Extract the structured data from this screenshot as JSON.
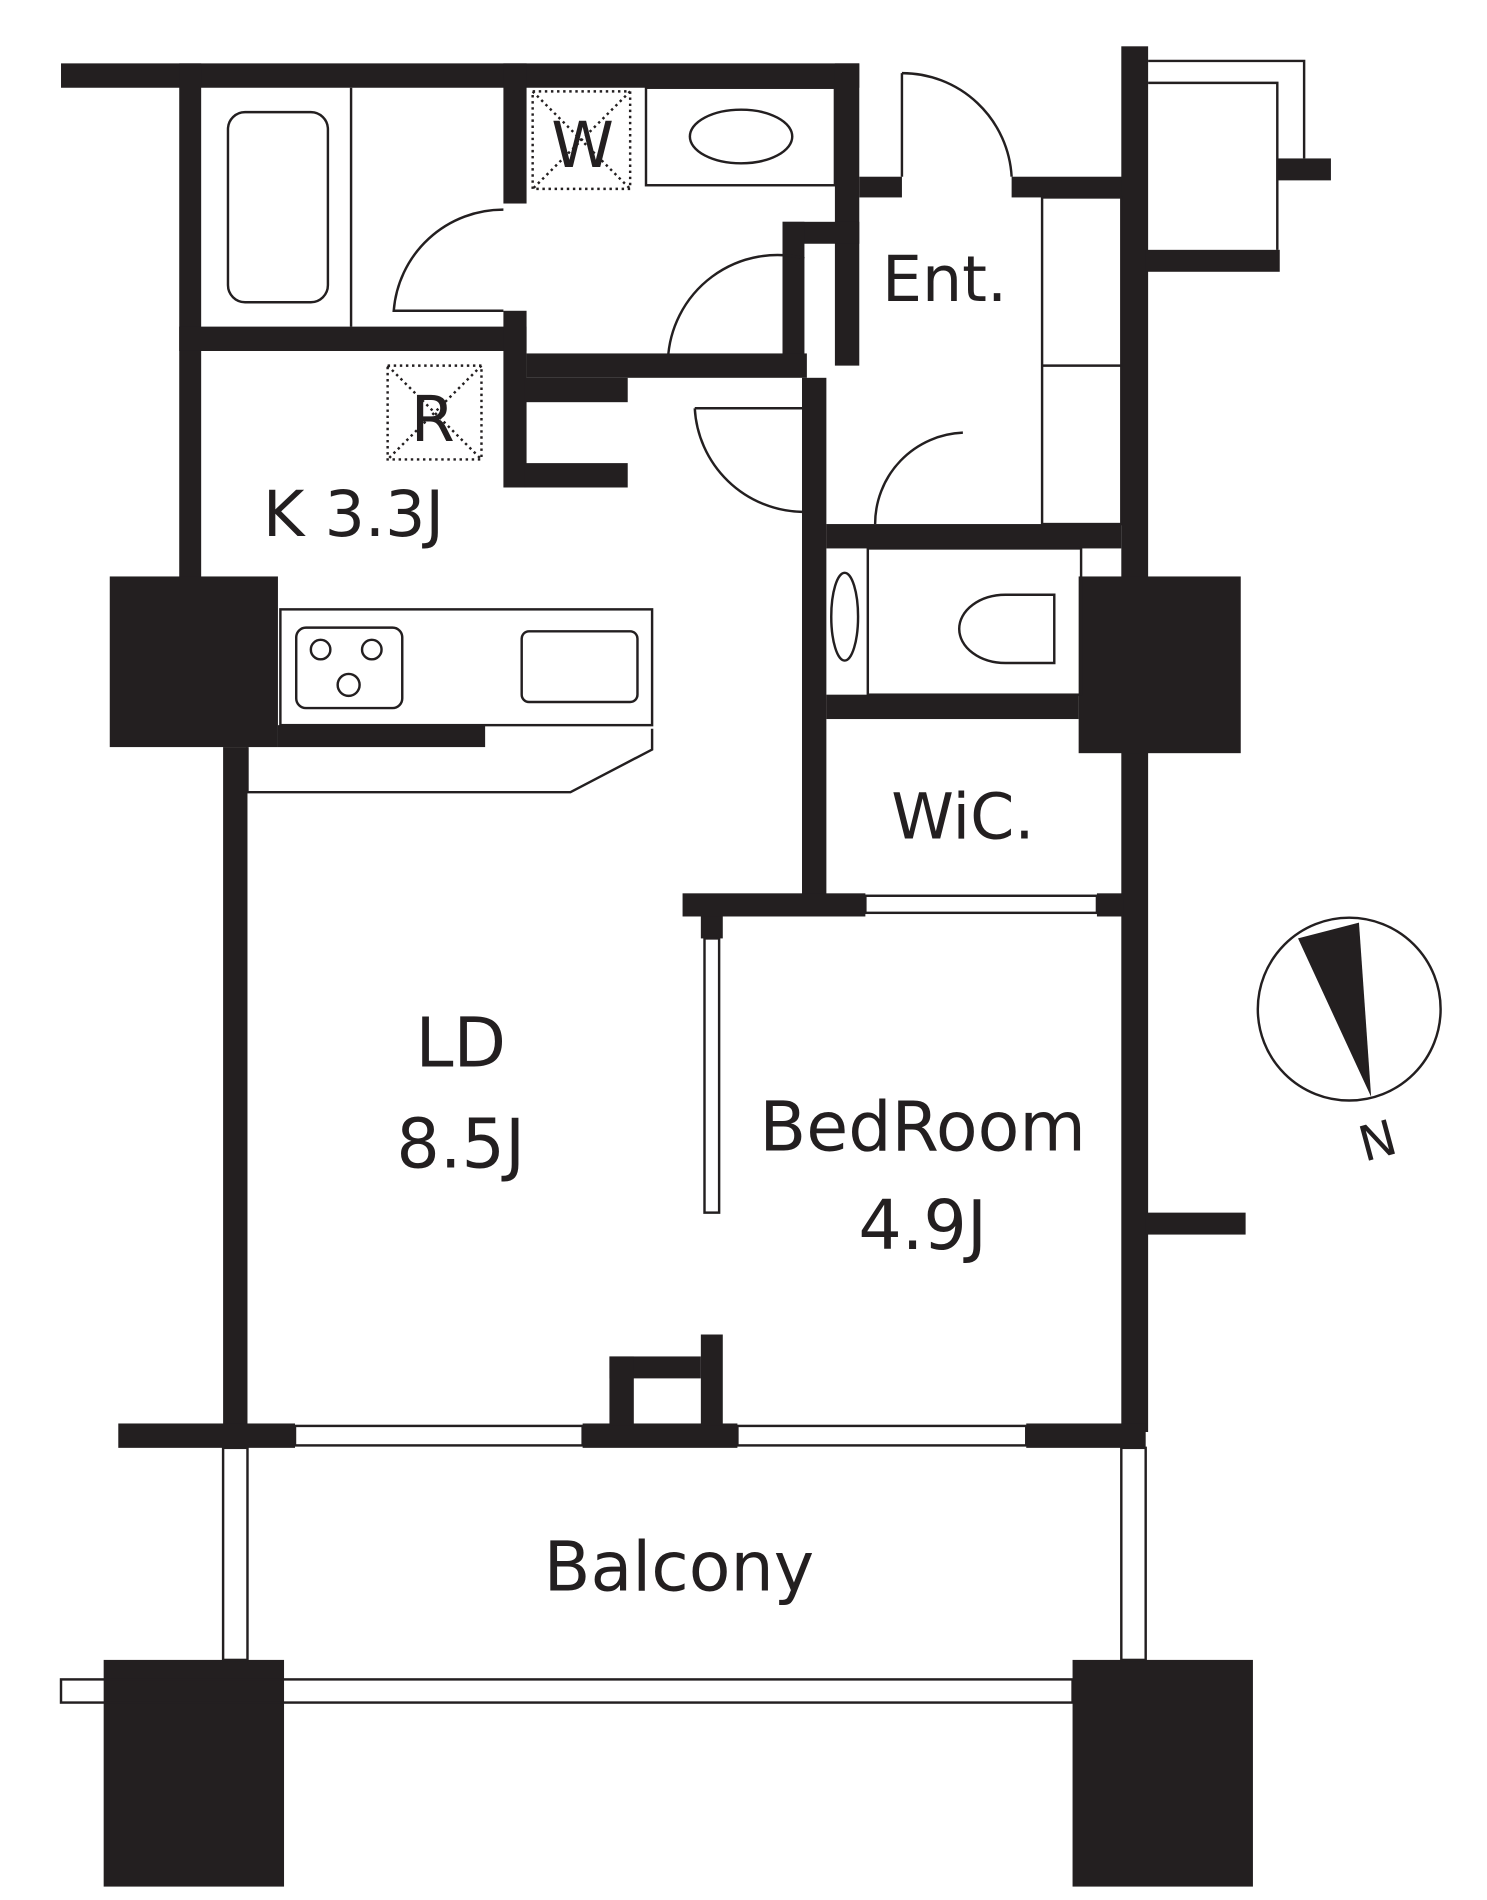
{
  "plan": {
    "rooms": {
      "washer": "W",
      "refrigerator": "R",
      "kitchen": "K 3.3J",
      "entrance": "Ent.",
      "walk_in_closet": "WiC.",
      "living_dining_name": "LD",
      "living_dining_size": "8.5J",
      "bedroom_name": "BedRoom",
      "bedroom_size": "4.9J",
      "balcony": "Balcony"
    },
    "compass": {
      "north_label": "N"
    },
    "colors": {
      "wall": "#231f20",
      "background": "#ffffff"
    }
  }
}
